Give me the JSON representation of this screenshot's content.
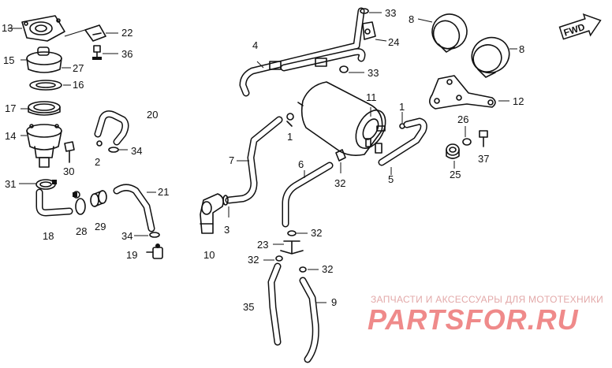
{
  "callouts": [
    {
      "id": "13",
      "text": "13"
    },
    {
      "id": "22",
      "text": "22"
    },
    {
      "id": "36",
      "text": "36"
    },
    {
      "id": "15",
      "text": "15"
    },
    {
      "id": "27",
      "text": "27"
    },
    {
      "id": "16",
      "text": "16"
    },
    {
      "id": "17",
      "text": "17"
    },
    {
      "id": "14",
      "text": "14"
    },
    {
      "id": "30",
      "text": "30"
    },
    {
      "id": "31",
      "text": "31"
    },
    {
      "id": "18",
      "text": "18"
    },
    {
      "id": "28",
      "text": "28"
    },
    {
      "id": "29",
      "text": "29"
    },
    {
      "id": "20",
      "text": "20"
    },
    {
      "id": "2",
      "text": "2"
    },
    {
      "id": "34a",
      "text": "34"
    },
    {
      "id": "21",
      "text": "21"
    },
    {
      "id": "34b",
      "text": "34"
    },
    {
      "id": "19",
      "text": "19"
    },
    {
      "id": "4",
      "text": "4"
    },
    {
      "id": "33a",
      "text": "33"
    },
    {
      "id": "24",
      "text": "24"
    },
    {
      "id": "33b",
      "text": "33"
    },
    {
      "id": "11",
      "text": "11"
    },
    {
      "id": "1a",
      "text": "1"
    },
    {
      "id": "1b",
      "text": "1"
    },
    {
      "id": "7",
      "text": "7"
    },
    {
      "id": "6",
      "text": "6"
    },
    {
      "id": "32a",
      "text": "32"
    },
    {
      "id": "5",
      "text": "5"
    },
    {
      "id": "3",
      "text": "3"
    },
    {
      "id": "10",
      "text": "10"
    },
    {
      "id": "23",
      "text": "23"
    },
    {
      "id": "32b",
      "text": "32"
    },
    {
      "id": "32c",
      "text": "32"
    },
    {
      "id": "32d",
      "text": "32"
    },
    {
      "id": "35",
      "text": "35"
    },
    {
      "id": "9",
      "text": "9"
    },
    {
      "id": "8a",
      "text": "8"
    },
    {
      "id": "8b",
      "text": "8"
    },
    {
      "id": "12",
      "text": "12"
    },
    {
      "id": "26",
      "text": "26"
    },
    {
      "id": "25",
      "text": "25"
    },
    {
      "id": "37",
      "text": "37"
    }
  ],
  "direction": {
    "label": "FWD"
  },
  "watermark": {
    "tagline": "ЗАПЧАСТИ И АКСЕССУАРЫ ДЛЯ МОТОТЕХНИКИ",
    "brand": "PARTSFOR.RU",
    "color": "#ef8a8a"
  }
}
